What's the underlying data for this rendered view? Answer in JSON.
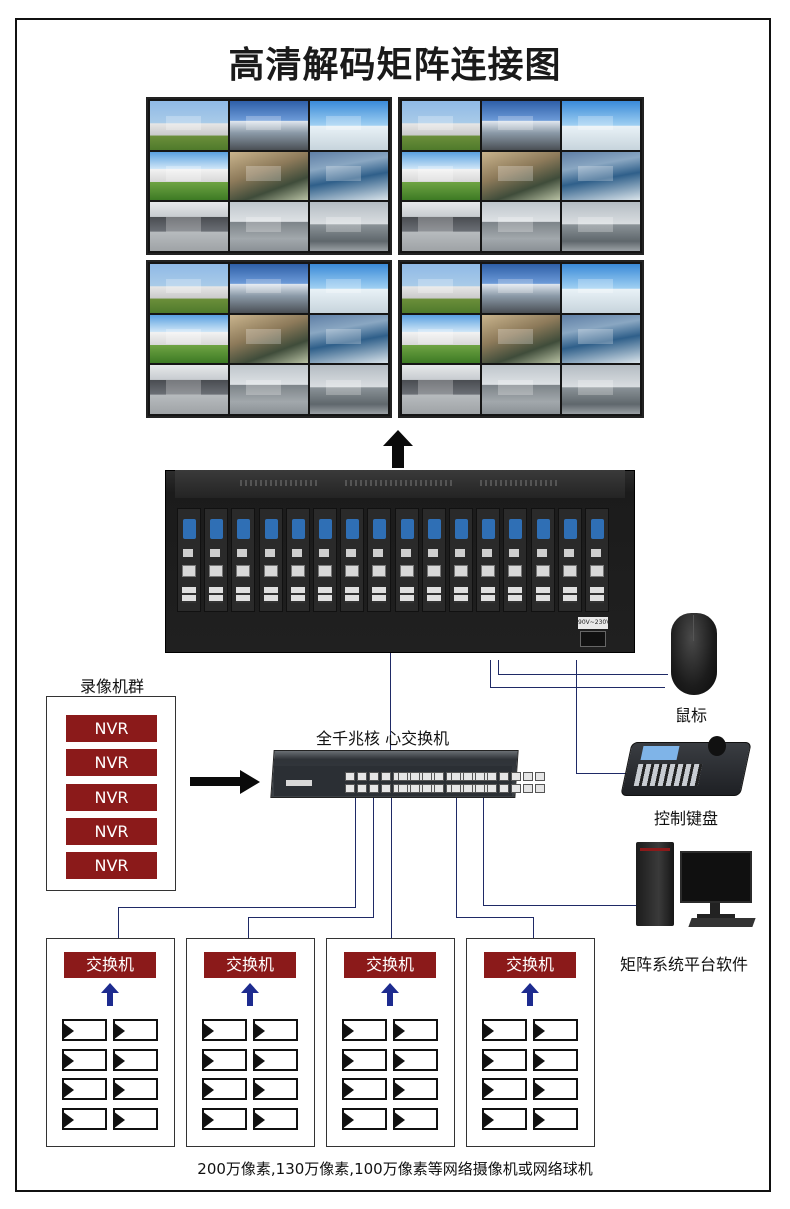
{
  "title": "高清解码矩阵连接图",
  "matrix": {
    "power_label": "90V~230V"
  },
  "nvr_group": {
    "label": "录像机群",
    "items": [
      "NVR",
      "NVR",
      "NVR",
      "NVR",
      "NVR"
    ]
  },
  "core_switch": {
    "label": "全千兆核 心交换机"
  },
  "peripherals": {
    "mouse": "鼠标",
    "keyboard": "控制键盘",
    "software": "矩阵系统平台软件"
  },
  "camera_groups": [
    {
      "switch_label": "交换机"
    },
    {
      "switch_label": "交换机"
    },
    {
      "switch_label": "交换机"
    },
    {
      "switch_label": "交换机"
    }
  ],
  "footer": "200万像素,130万像素,100万像素等网络摄像机或网络球机",
  "colors": {
    "label_red": "#8b1a1a",
    "arrow_blue": "#1d2b8f",
    "line_navy": "#1f2a66"
  }
}
